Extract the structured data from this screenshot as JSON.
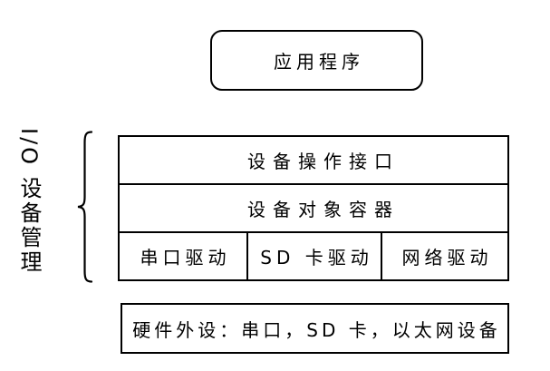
{
  "colors": {
    "border": "#000000",
    "background": "#ffffff",
    "text": "#000000"
  },
  "app_box": {
    "label": "应用程序"
  },
  "io_group": {
    "label": "I/O 设备管理"
  },
  "stack": {
    "layers": [
      {
        "label": "设备操作接口"
      },
      {
        "label": "设备对象容器"
      }
    ],
    "drivers": [
      {
        "label": "串口驱动"
      },
      {
        "label": "SD 卡驱动"
      },
      {
        "label": "网络驱动"
      }
    ]
  },
  "hardware_box": {
    "label": "硬件外设：串口，SD 卡，以太网设备"
  }
}
